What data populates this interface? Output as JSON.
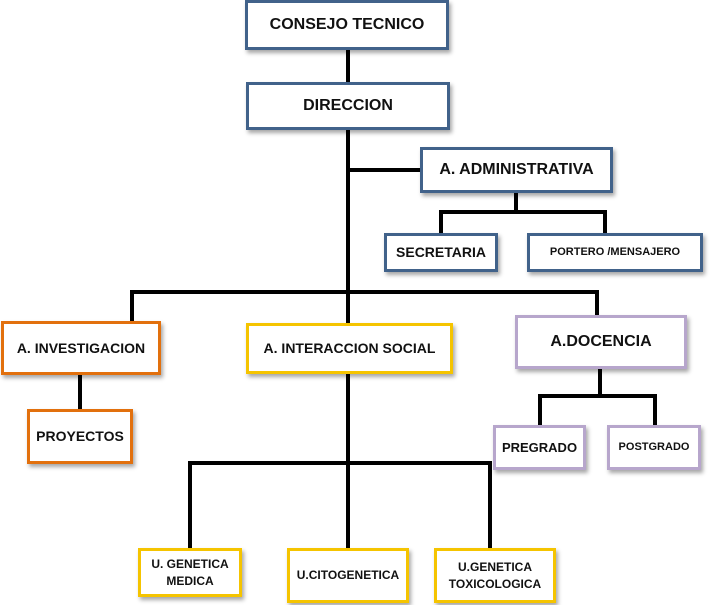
{
  "colors": {
    "connector": "#000000",
    "blue": "#41628a",
    "orange": "#e2700d",
    "yellow": "#f5c400",
    "purple": "#b7a6cc"
  },
  "nodes": {
    "consejo": "CONSEJO TECNICO",
    "direccion": "DIRECCION",
    "administrativa": "A. ADMINISTRATIVA",
    "secretaria": "SECRETARIA",
    "portero": "PORTERO /MENSAJERO",
    "investigacion": "A. INVESTIGACION",
    "interaccion": "A. INTERACCION SOCIAL",
    "docencia": "A.DOCENCIA",
    "proyectos": "PROYECTOS",
    "pregrado": "PREGRADO",
    "postgrado": "POSTGRADO",
    "genetica_medica": "U. GENETICA\nMEDICA",
    "citogenetica": "U.CITOGENETICA",
    "genetica_toxicologica": "U.GENETICA\nTOXICOLOGICA"
  }
}
